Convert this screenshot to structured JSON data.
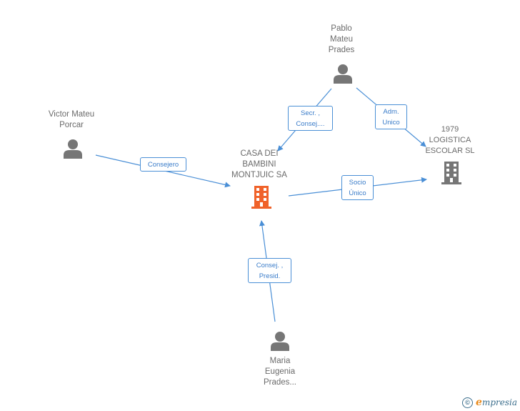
{
  "nodes": {
    "pablo": {
      "label": "Pablo\nMateu\nPrades"
    },
    "victor": {
      "label": "Victor Mateu\nPorcar"
    },
    "casa": {
      "label": "CASA DEI\nBAMBINI\nMONTJUIC SA"
    },
    "logistica": {
      "label": "1979\nLOGISTICA\nESCOLAR SL"
    },
    "maria": {
      "label": "Maria\nEugenia\nPrades..."
    }
  },
  "edges": {
    "pablo_casa": "Secr. ,\nConsej....",
    "pablo_logistica": "Adm.\nUnico",
    "victor_casa": "Consejero",
    "casa_logistica": "Socio\nÚnico",
    "maria_casa": "Consej. ,\nPresid."
  },
  "colors": {
    "edge": "#4a8fd6",
    "person": "#767676",
    "focus_company": "#f0622a",
    "company": "#767676"
  },
  "footer": {
    "copyright": "©",
    "brand_initial": "e",
    "brand_rest": "mpresia"
  }
}
